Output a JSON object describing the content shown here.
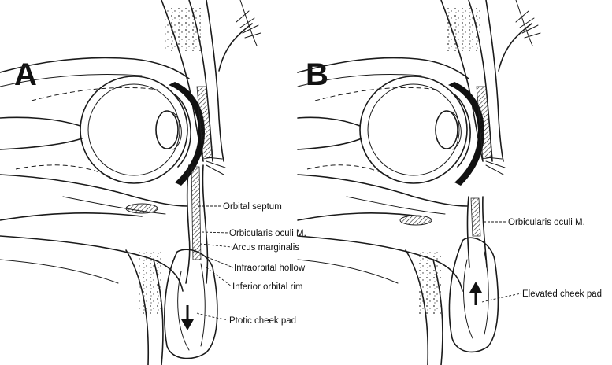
{
  "panels": [
    {
      "letter": "A",
      "labels": {
        "orbital_septum": "Orbital septum",
        "orbicularis": "Orbicularis oculi M.",
        "arcus": "Arcus marginalis",
        "hollow": "Infraorbital hollow",
        "rim": "Inferior orbital rim",
        "cheek": "Ptotic cheek pad"
      }
    },
    {
      "letter": "B",
      "labels": {
        "orbicularis": "Orbicularis oculi M.",
        "cheek": "Elevated cheek pad"
      }
    }
  ]
}
